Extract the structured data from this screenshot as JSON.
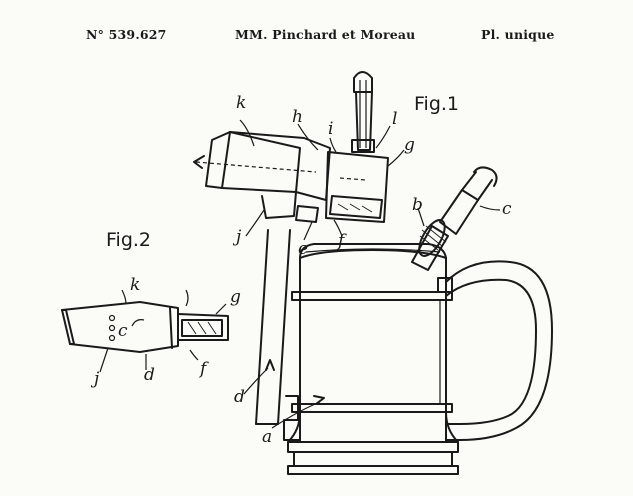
{
  "header": {
    "patent_number": "N° 539.627",
    "inventors": "MM. Pinchard et Moreau",
    "plate": "Pl. unique"
  },
  "figures": [
    {
      "title": "Fig.1",
      "labels": [
        "a",
        "b",
        "c",
        "d",
        "e",
        "f",
        "g",
        "h",
        "i",
        "j",
        "k",
        "l"
      ]
    },
    {
      "title": "Fig.2",
      "labels": [
        "c",
        "d",
        "f",
        "g",
        "j",
        "k"
      ]
    }
  ]
}
